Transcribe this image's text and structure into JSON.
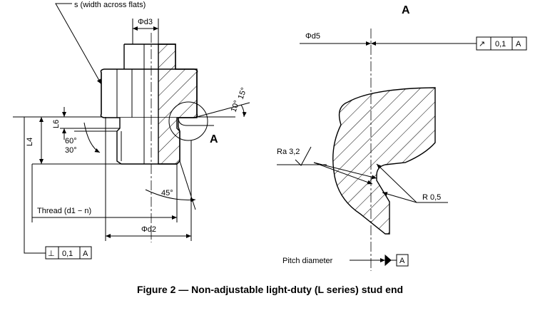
{
  "figure": {
    "caption": "Figure 2 — Non-adjustable light-duty (L series) stud end"
  },
  "left_view": {
    "flats_label": "s (width across flats)",
    "d3_label": "Φd3",
    "l6_label": "L6",
    "l4_label": "L4",
    "angle_60": "60°",
    "angle_30": "30°",
    "angle_15": "15°",
    "angle_10": "10°",
    "angle_45": "45°",
    "detail_ref": "A",
    "thread_label": "Thread (d1 − n)",
    "d2_label": "Φd2",
    "tolerance_frame": {
      "symbol": "⊥",
      "value": "0,1",
      "datum": "A"
    }
  },
  "detail_view": {
    "title": "A",
    "d5_label": "Φd5",
    "tolerance_frame": {
      "symbol": "↗",
      "value": "0,1",
      "datum": "A"
    },
    "roughness_label": "Ra 3,2",
    "radius_label": "R 0,5",
    "pitch_label": "Pitch diameter",
    "datum_box": "A"
  }
}
